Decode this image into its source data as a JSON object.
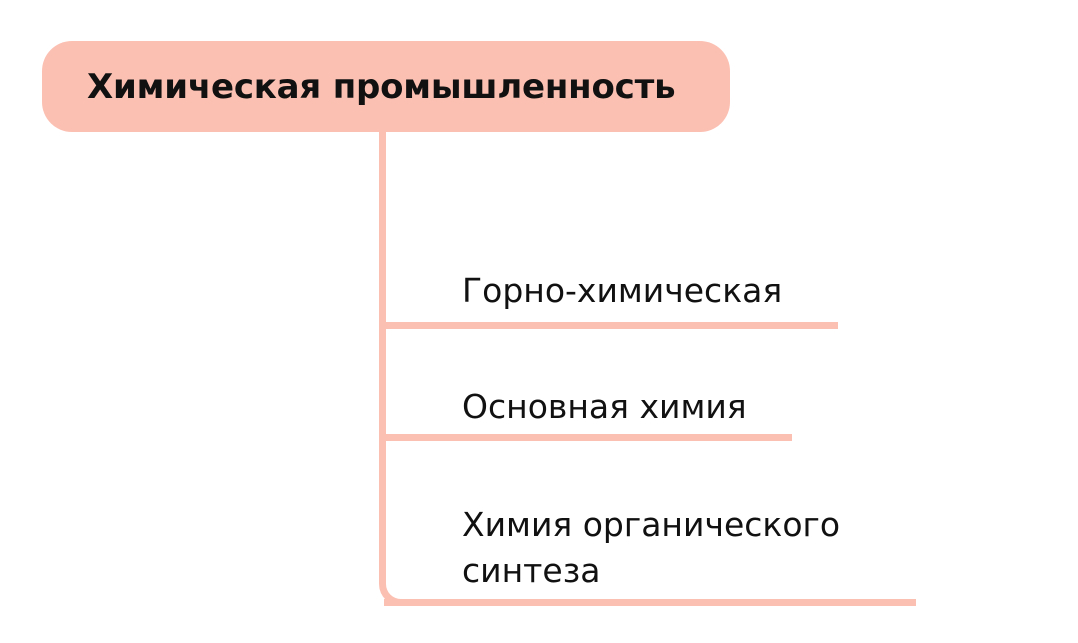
{
  "diagram": {
    "root": {
      "label": "Химическая промышленность"
    },
    "branches": [
      {
        "label": "Горно-химическая"
      },
      {
        "label": "Основная химия"
      },
      {
        "label": "Химия органического синтеза"
      }
    ],
    "colors": {
      "accent": "#fcc0b2",
      "text": "#111111",
      "background": "#ffffff"
    }
  }
}
